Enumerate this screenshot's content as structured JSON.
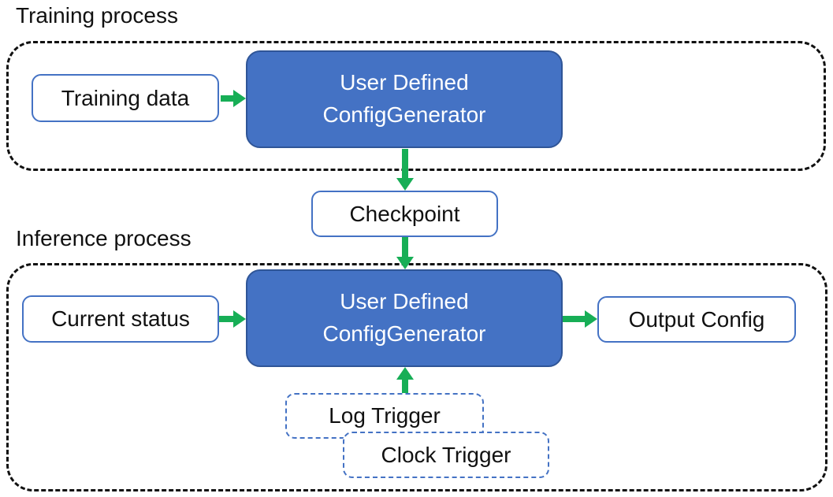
{
  "colors": {
    "arrow": "#17AE56",
    "box_fill": "#4472C4",
    "box_border": "#2F5597",
    "outline_blue": "#4472C4",
    "dashed_black": "#111111",
    "text_dark": "#111111",
    "text_light": "#FFFFFF"
  },
  "training": {
    "label": "Training process",
    "input_box": "Training data",
    "generator_line1": "User Defined",
    "generator_line2": "ConfigGenerator"
  },
  "checkpoint": {
    "label": "Checkpoint"
  },
  "inference": {
    "label": "Inference process",
    "input_box": "Current status",
    "generator_line1": "User Defined",
    "generator_line2": "ConfigGenerator",
    "output_box": "Output Config",
    "log_trigger": "Log Trigger",
    "clock_trigger": "Clock Trigger"
  }
}
